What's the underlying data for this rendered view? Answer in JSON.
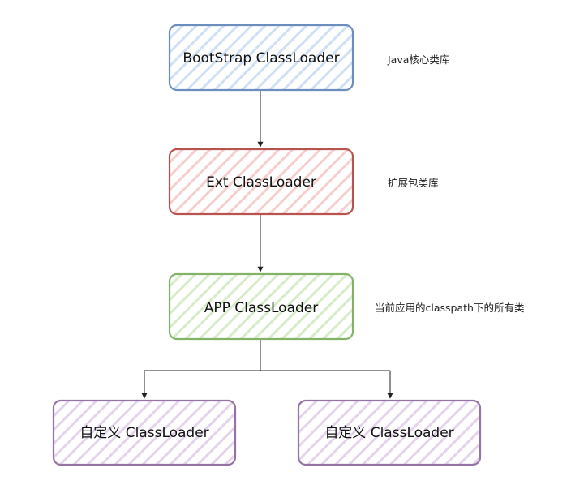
{
  "colors": {
    "bootstrap": "#6c8ebf",
    "ext": "#b85450",
    "app": "#82b366",
    "custom": "#9673a6",
    "edge": "#222222"
  },
  "nodes": {
    "bootstrap": {
      "label": "BootStrap ClassLoader",
      "note": "Java核心类库"
    },
    "ext": {
      "label": "Ext ClassLoader",
      "note": "扩展包类库"
    },
    "app": {
      "label": "APP ClassLoader",
      "note": "当前应用的classpath下的所有类"
    },
    "custom_left": {
      "label": "自定义 ClassLoader"
    },
    "custom_right": {
      "label": "自定义 ClassLoader"
    }
  }
}
